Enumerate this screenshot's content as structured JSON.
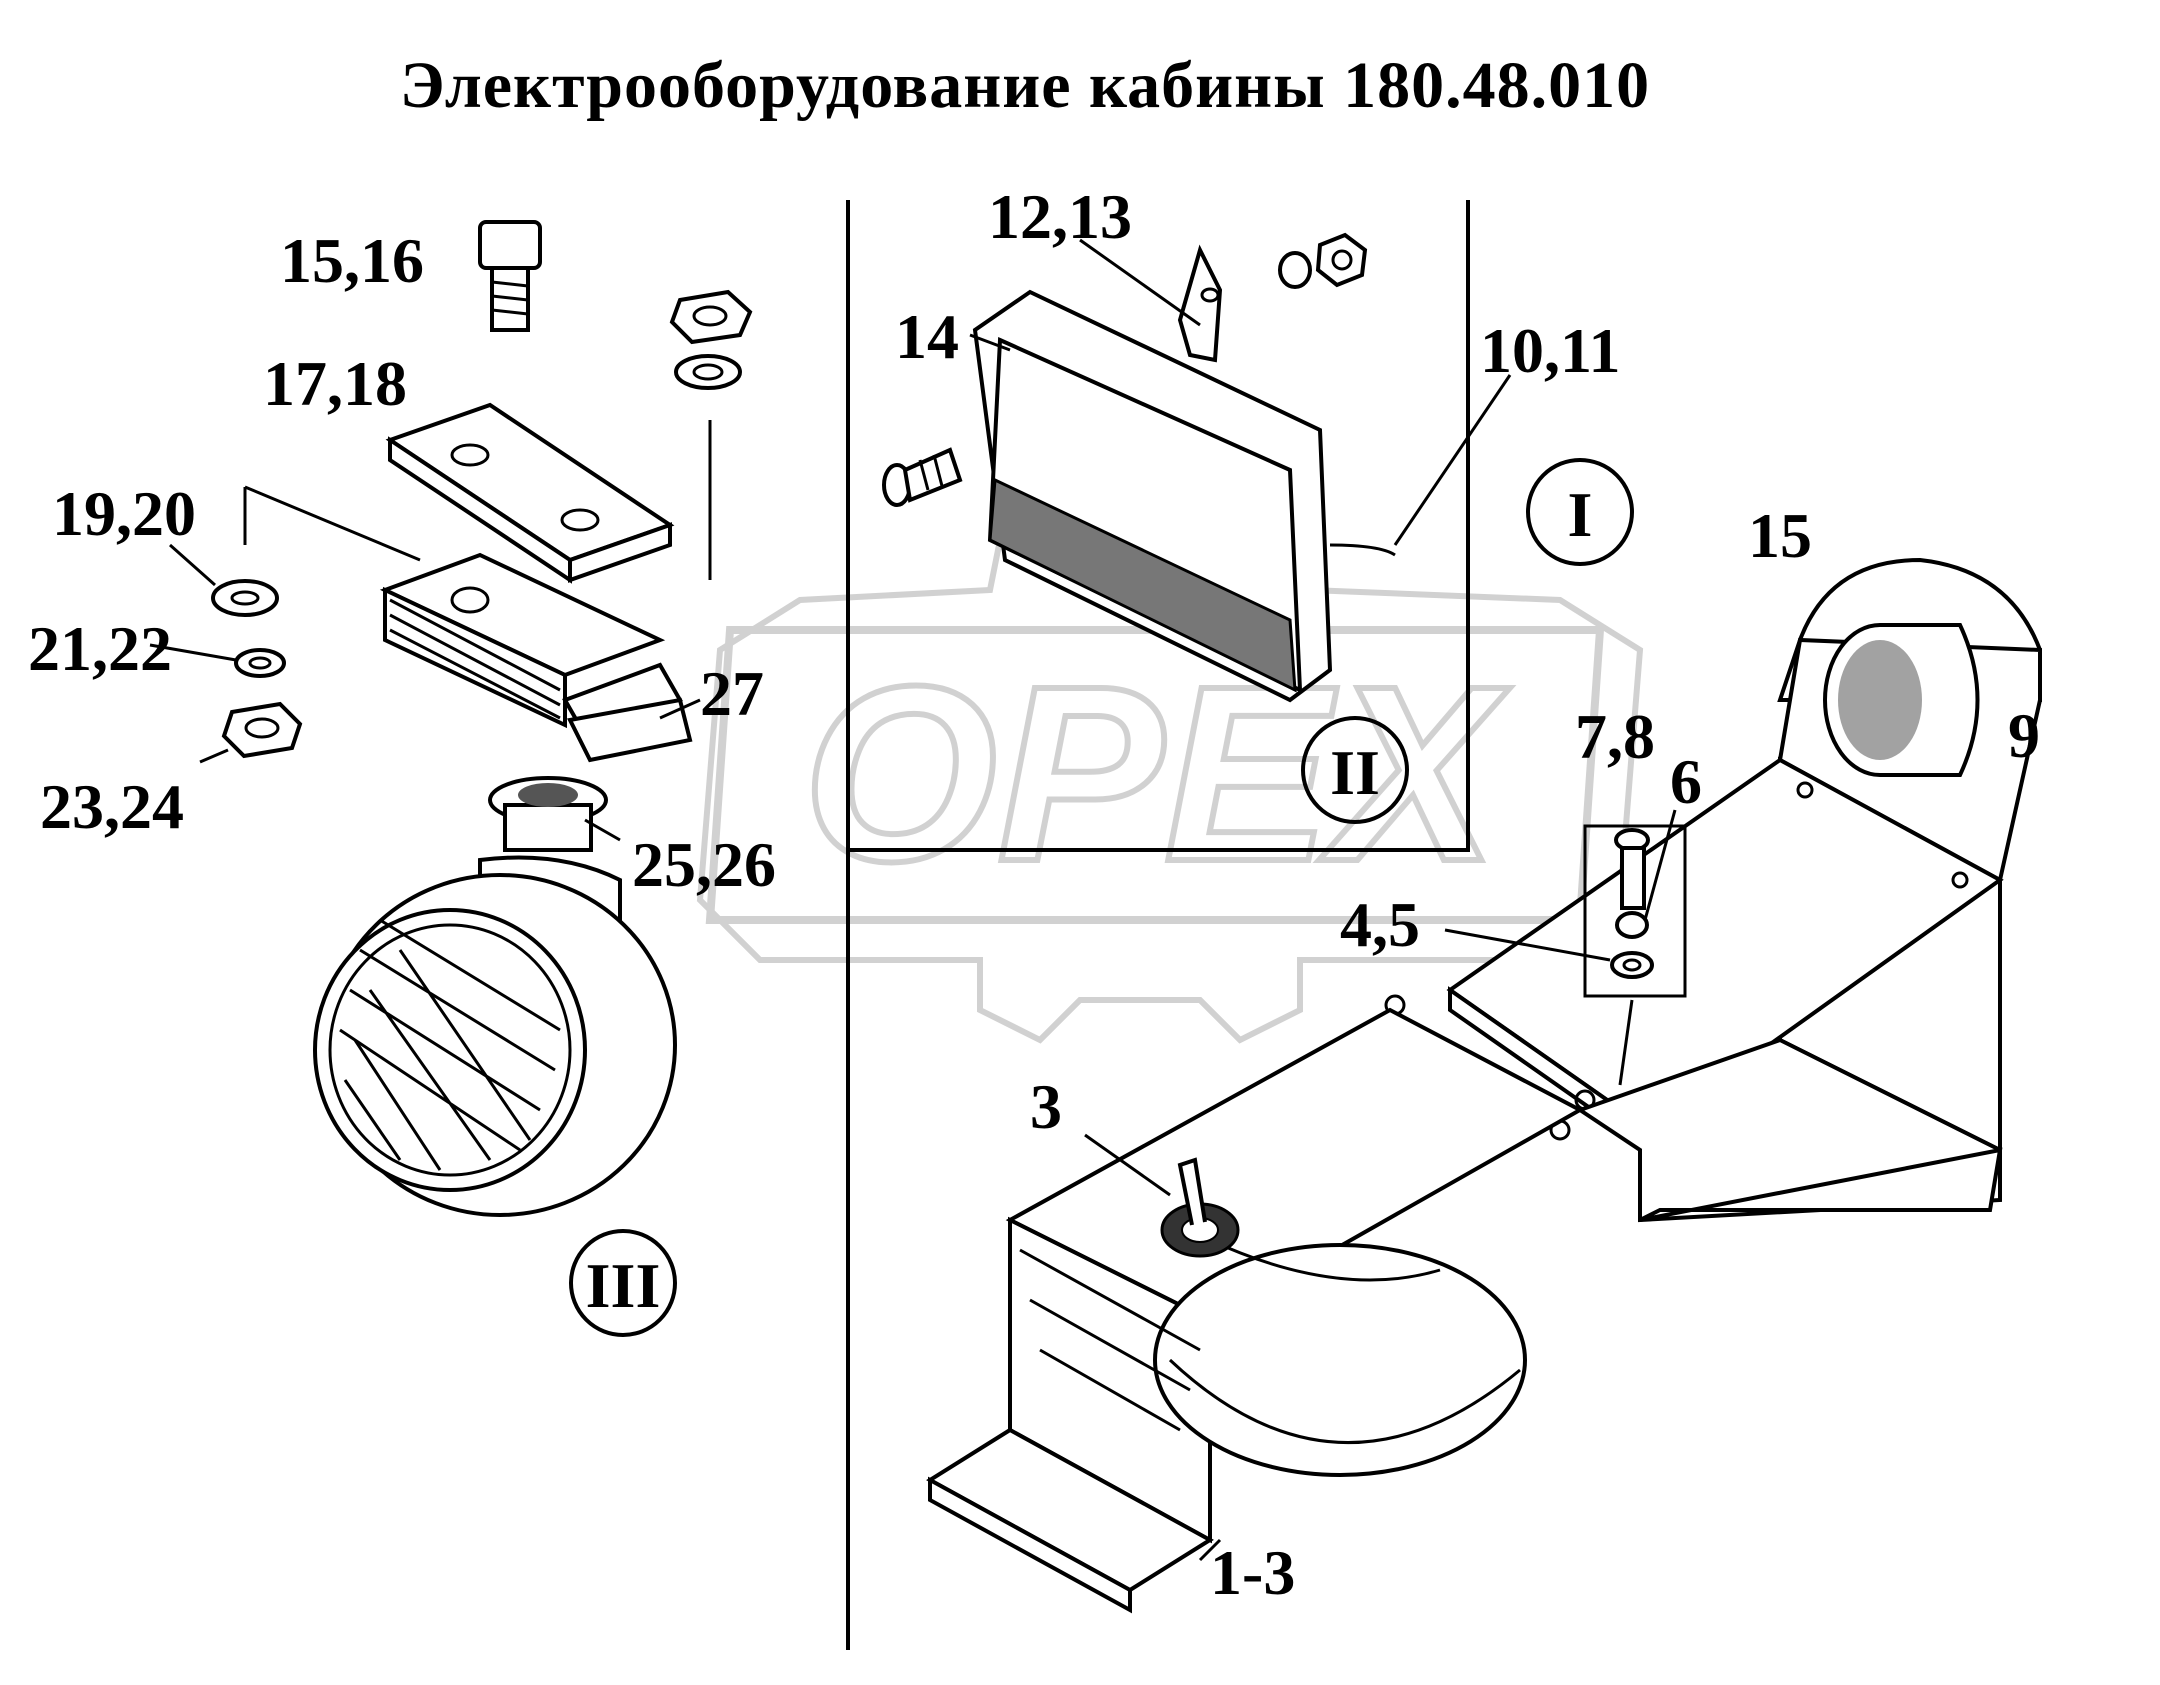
{
  "title": "Электрооборудование кабины 180.48.010",
  "watermark": "OPEX",
  "views": {
    "I": "I",
    "II": "II",
    "III": "III"
  },
  "callouts": {
    "c15_16": "15,16",
    "c17_18": "17,18",
    "c19_20": "19,20",
    "c21_22": "21,22",
    "c23_24": "23,24",
    "c25_26": "25,26",
    "c27": "27",
    "c12_13": "12,13",
    "c14": "14",
    "c10_11": "10,11",
    "c15": "15",
    "c9": "9",
    "c7_8": "7,8",
    "c6": "6",
    "c4_5": "4,5",
    "c3": "3",
    "c1_3": "1-3"
  },
  "colors": {
    "ink": "#000000",
    "watermark": "#b8b8b8",
    "background": "#ffffff"
  }
}
